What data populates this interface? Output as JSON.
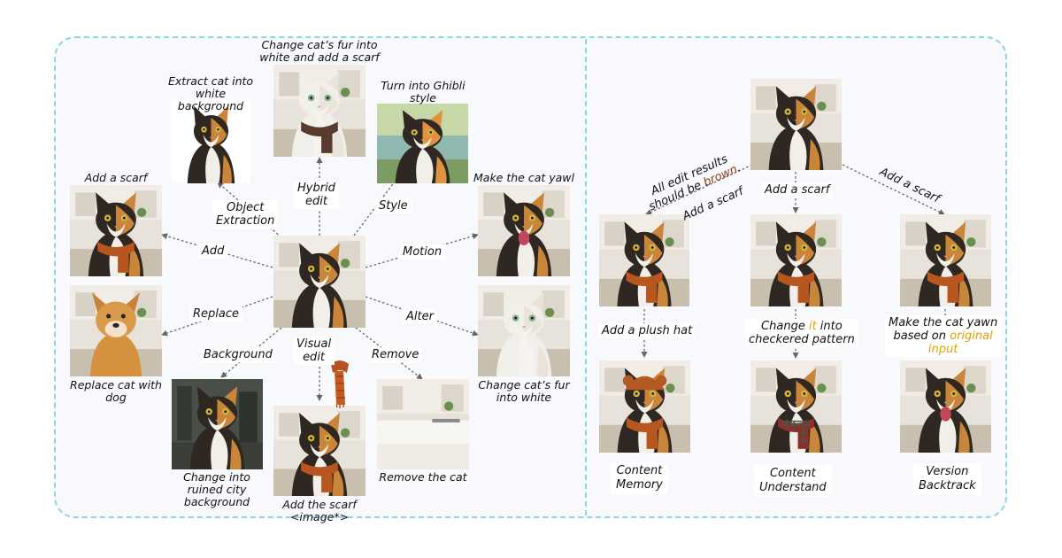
{
  "left_panel": {
    "center": "source-image",
    "branches": [
      {
        "edge_label": "Object\nExtraction",
        "caption": "Extract cat into\nwhite\nbackground",
        "variant": "white-bg"
      },
      {
        "edge_label": "Hybrid\nedit",
        "caption": "Change cat’s fur into\nwhite and add a scarf",
        "variant": "white-scarf"
      },
      {
        "edge_label": "Style",
        "caption": "Turn into Ghibli\nstyle",
        "variant": "ghibli"
      },
      {
        "edge_label": "Add",
        "caption": "Add a scarf",
        "variant": "scarf"
      },
      {
        "edge_label": "Motion",
        "caption": "Make the cat yawl",
        "variant": "yawn"
      },
      {
        "edge_label": "Replace",
        "caption": "Replace cat with\ndog",
        "variant": "dog"
      },
      {
        "edge_label": "Alter",
        "caption": "Change cat’s fur\ninto white",
        "variant": "white"
      },
      {
        "edge_label": "Background",
        "caption": "Change into\nruined city\nbackground",
        "variant": "ruined"
      },
      {
        "edge_label": "Visual\nedit",
        "caption": "Add the scarf\n<image*>",
        "variant": "scarf"
      },
      {
        "edge_label": "Remove",
        "caption": "Remove the cat",
        "variant": "kitchen"
      }
    ]
  },
  "right_panel": {
    "source_variant": "original",
    "columns": [
      {
        "first_edge_label": "Add a scarf",
        "rule_text": [
          "All edit results",
          "should be ",
          "brown",
          "."
        ],
        "second_edge_label": "Add a plush hat",
        "final_variant": "hat",
        "mode_label": "Content\nMemory"
      },
      {
        "first_edge_label": "Add a scarf",
        "second_edge_label": [
          "Change ",
          "it",
          " into",
          "checkered pattern"
        ],
        "final_variant": "plaid",
        "mode_label": "Content\nUnderstand"
      },
      {
        "first_edge_label": "Add a scarf",
        "second_edge_label": [
          "Make the cat yawn",
          "based on ",
          "original",
          "input"
        ],
        "final_variant": "yawn",
        "mode_label": "Version\nBacktrack"
      }
    ]
  },
  "colors": {
    "frame_border": "#8ed3ea",
    "brown_highlight": "#8b3a1a",
    "gold_highlight": "#e0a100",
    "arrow": "#666666"
  }
}
